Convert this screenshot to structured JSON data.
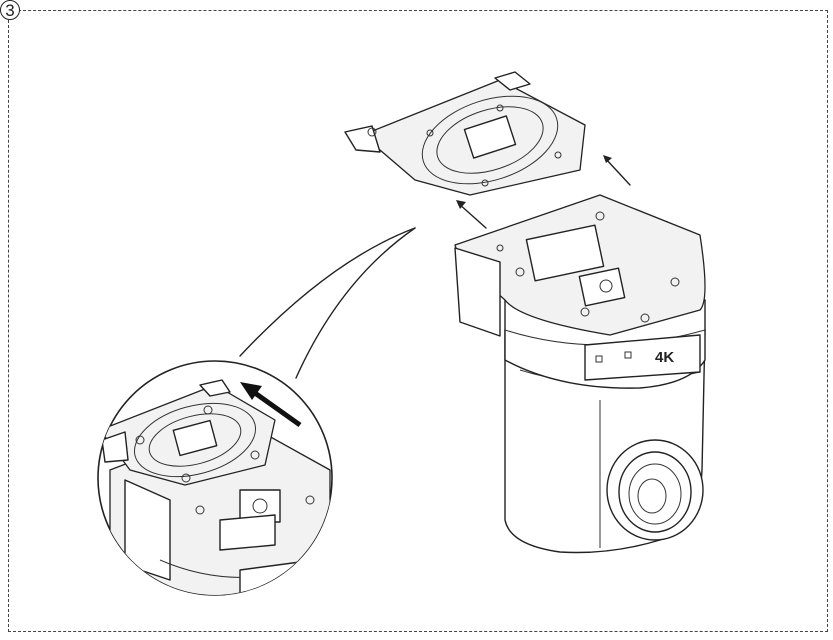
{
  "step": {
    "number": "3"
  },
  "camera": {
    "logo_text": "4K"
  },
  "colors": {
    "line": "#222222",
    "frame": "#444444",
    "background": "#ffffff"
  },
  "icons": [
    "mount-direction-arrow",
    "detail-magnifier-circle",
    "screw-hole"
  ]
}
